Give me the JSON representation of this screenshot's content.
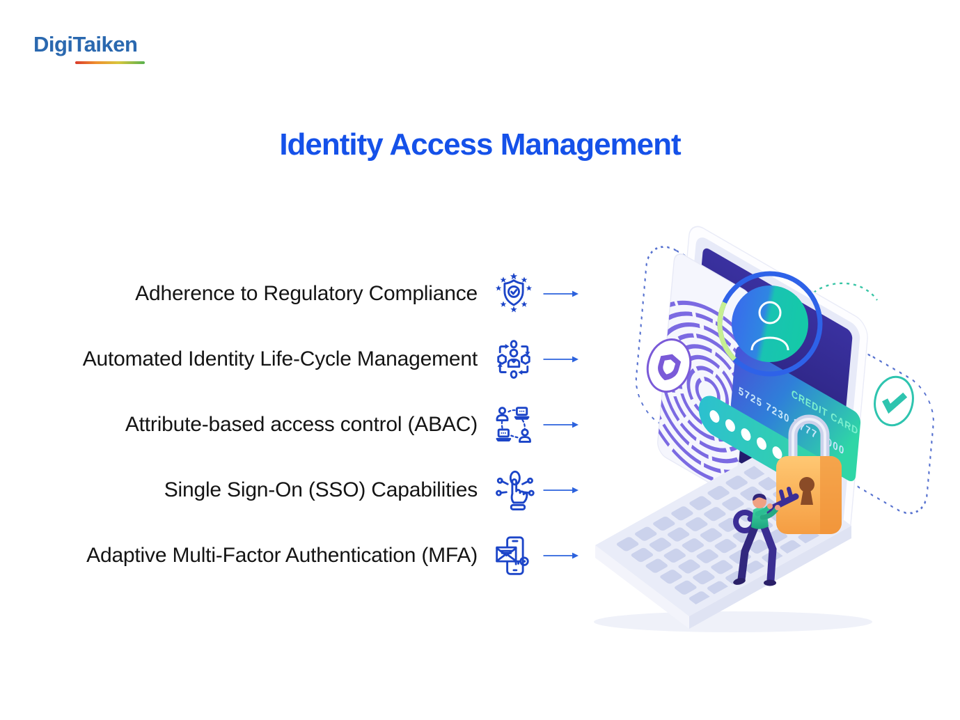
{
  "logo": {
    "text": "DigiTaiken"
  },
  "title": "Identity Access Management",
  "features": [
    {
      "label": "Adherence to Regulatory Compliance",
      "icon": "regulatory-compliance-shield-icon"
    },
    {
      "label": "Automated Identity Life-Cycle Management",
      "icon": "identity-lifecycle-icon"
    },
    {
      "label": "Attribute-based access control (ABAC)",
      "icon": "abac-network-icon"
    },
    {
      "label": "Single Sign-On (SSO) Capabilities",
      "icon": "sso-touch-icon"
    },
    {
      "label": "Adaptive Multi-Factor Authentication (MFA)",
      "icon": "mfa-phone-icon"
    }
  ],
  "illustration": {
    "credit_card_label": "CREDIT CARD",
    "credit_card_number": "5725 7230 2777 0000"
  },
  "colors": {
    "title_blue": "#1551e9",
    "logo_blue": "#2a68af",
    "icon_blue": "#1c45c8",
    "arrow_blue": "#2c62dd",
    "text_dark": "#141414",
    "fingerprint_purple": "#7b6ae2",
    "lock_orange": "#f7a045",
    "card_teal": "#2fd6a6",
    "card_blue": "#4a4fd8"
  }
}
